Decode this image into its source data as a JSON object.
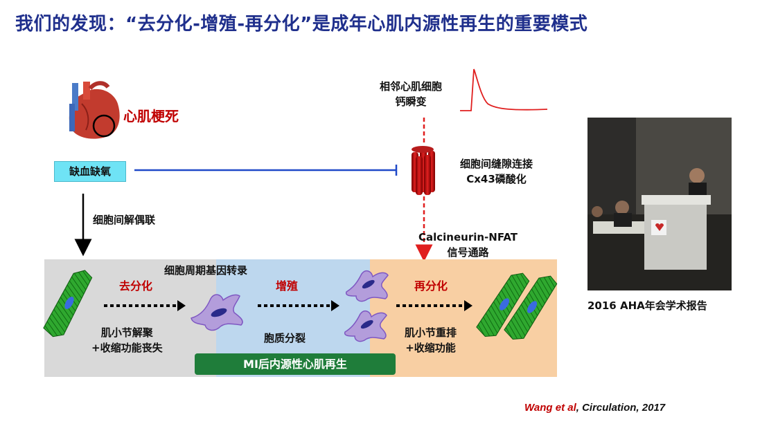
{
  "title": "我们的发现：“去分化-增殖-再分化”是成年心肌内源性再生的重要模式",
  "labels": {
    "myocardial_infarction": "心肌梗死",
    "ischemia_hypoxia": "缺血缺氧",
    "cell_uncoupling": "细胞间解偶联",
    "calcium_transient_l1": "相邻心肌细胞",
    "calcium_transient_l2": "钙瞬变",
    "gap_junction_l1": "细胞间缝隙连接",
    "gap_junction_l2": "Cx43磷酸化",
    "nfat_l1": "Calcineurin-NFAT",
    "nfat_l2": "信号通路",
    "cell_cycle": "细胞周期基因转录",
    "dedifferentiation": "去分化",
    "proliferation": "增殖",
    "redifferentiation": "再分化",
    "sarcomere_dis_l1": "肌小节解聚",
    "sarcomere_dis_l2": "+收缩功能丧失",
    "cytokinesis": "胞质分裂",
    "sarcomere_re_l1": "肌小节重排",
    "sarcomere_re_l2": "+收缩功能",
    "regeneration_bar": "MI后内源性心肌再生"
  },
  "photo_caption": "2016 AHA年会学术报告",
  "citation": {
    "author": "Wang et al",
    "rest": ", Circulation, 2017"
  },
  "colors": {
    "title": "#1f2f8c",
    "red_text": "#c00000",
    "ischemia_box": "#6fe3f5",
    "inhibition_line": "#1f49c8",
    "dashed_arrow": "#e01e1e",
    "zone_grey": "#d9d9d9",
    "zone_blue": "#bdd7ee",
    "zone_orange": "#f8cfa3",
    "regen_bar": "#1f7d3a",
    "cardiomyocyte": "#2fa82f",
    "progenitor_cell": "#b39ddb",
    "nucleus": "#2a2a8a"
  },
  "icons": [
    "heart-icon",
    "gap-junction-icon",
    "calcium-trace-icon",
    "cardiomyocyte-icon",
    "dedifferentiated-cell-icon"
  ]
}
